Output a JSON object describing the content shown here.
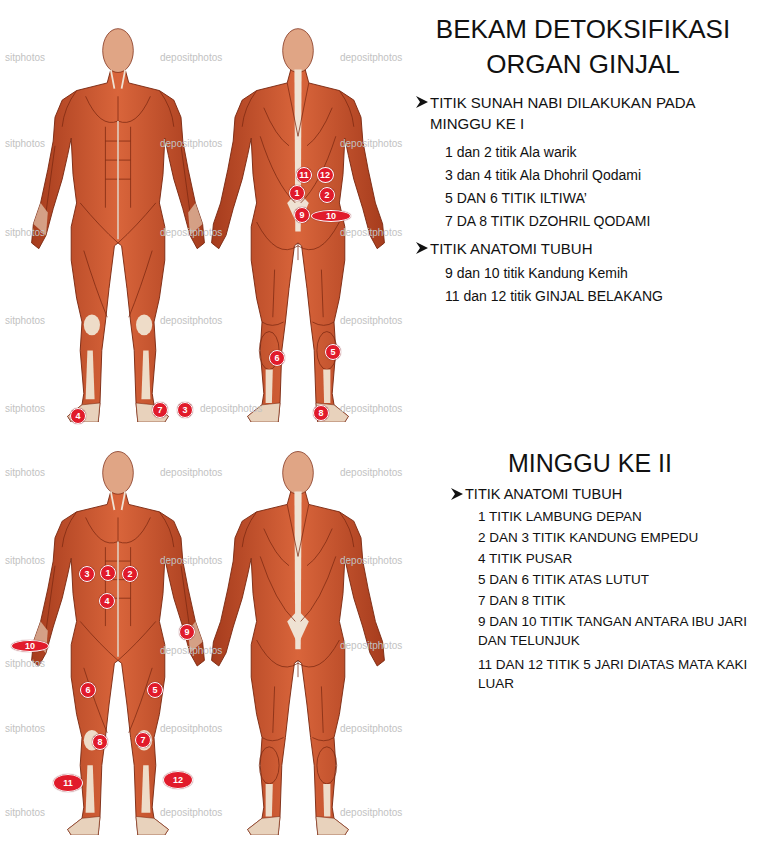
{
  "diagram": {
    "title": "BEKAM DETOKSIFIKASI ORGAN GINJAL",
    "nodes": [
      {
        "text": [
          "1"
        ]
      },
      {
        "text": [
          "2"
        ]
      },
      {
        "text": [
          "3"
        ]
      },
      {
        "text": [
          "4"
        ]
      },
      {
        "text": [
          "5"
        ]
      },
      {
        "text": [
          "6"
        ]
      },
      {
        "text": [
          "7"
        ]
      },
      {
        "text": [
          "8"
        ]
      },
      {
        "text": [
          "9"
        ]
      },
      {
        "text": [
          "10"
        ]
      },
      {
        "text": [
          "11"
        ]
      },
      {
        "text": [
          "12"
        ]
      },
      {
        "text": [
          "1"
        ]
      },
      {
        "text": [
          "2"
        ]
      },
      {
        "text": [
          "3"
        ]
      },
      {
        "text": [
          "4"
        ]
      },
      {
        "text": [
          "5"
        ]
      },
      {
        "text": [
          "6"
        ]
      },
      {
        "text": [
          "7"
        ]
      },
      {
        "text": [
          "8"
        ]
      },
      {
        "text": [
          "9"
        ]
      },
      {
        "text": [
          "10"
        ]
      },
      {
        "text": [
          "11"
        ]
      },
      {
        "text": [
          "12"
        ]
      }
    ],
    "labels": [
      "TITIK SUNAH NABI DILAKUKAN PADA MINGGU KE I",
      "1 dan 2 titik Ala warik",
      "3 dan 4 titik Ala Dhohril Qodami",
      "5 DAN 6 TITIK ILTIWA’",
      "7 DA 8 TITIK DZOHRIL QODAMI",
      "TITIK ANATOMI TUBUH",
      "9 dan 10 titik Kandung Kemih",
      "11 dan 12 titik GINJAL BELAKANG",
      "MINGGU KE II",
      "TITIK ANATOMI TUBUH",
      "1 TITIK LAMBUNG DEPAN",
      "2 DAN 3 TITIK KANDUNG EMPEDU",
      "4 TITIK PUSAR",
      "5 DAN 6 TITIK ATAS LUTUT",
      "7 DAN 8 TITIK",
      "9 DAN 10 TITIK TANGAN ANTARA IBU JARI DAN TELUNJUK",
      "11 DAN 12 TITIK 5 JARI DIATAS MATA KAKI LUAR",
      "sitphotos",
      "depositphotos",
      "depositphotos",
      "sitphotos",
      "depositphotos",
      "depositphotos",
      "sitphotos",
      "depositphotos",
      "depositphotos",
      "sitphotos",
      "depositphotos",
      "depositphotos",
      "sitphotos",
      "depositphotos",
      "depositphotos",
      "sitphotos",
      "depositphotos",
      "depositphotos",
      "sitphotos",
      "depositphotos",
      "depositphotos",
      "sitphotos",
      "depositphotos",
      "depositphotos",
      "sitphotos",
      "depositphotos",
      "depositphotos",
      "sitphotos",
      "depositphotos",
      "depositphotos"
    ]
  }
}
